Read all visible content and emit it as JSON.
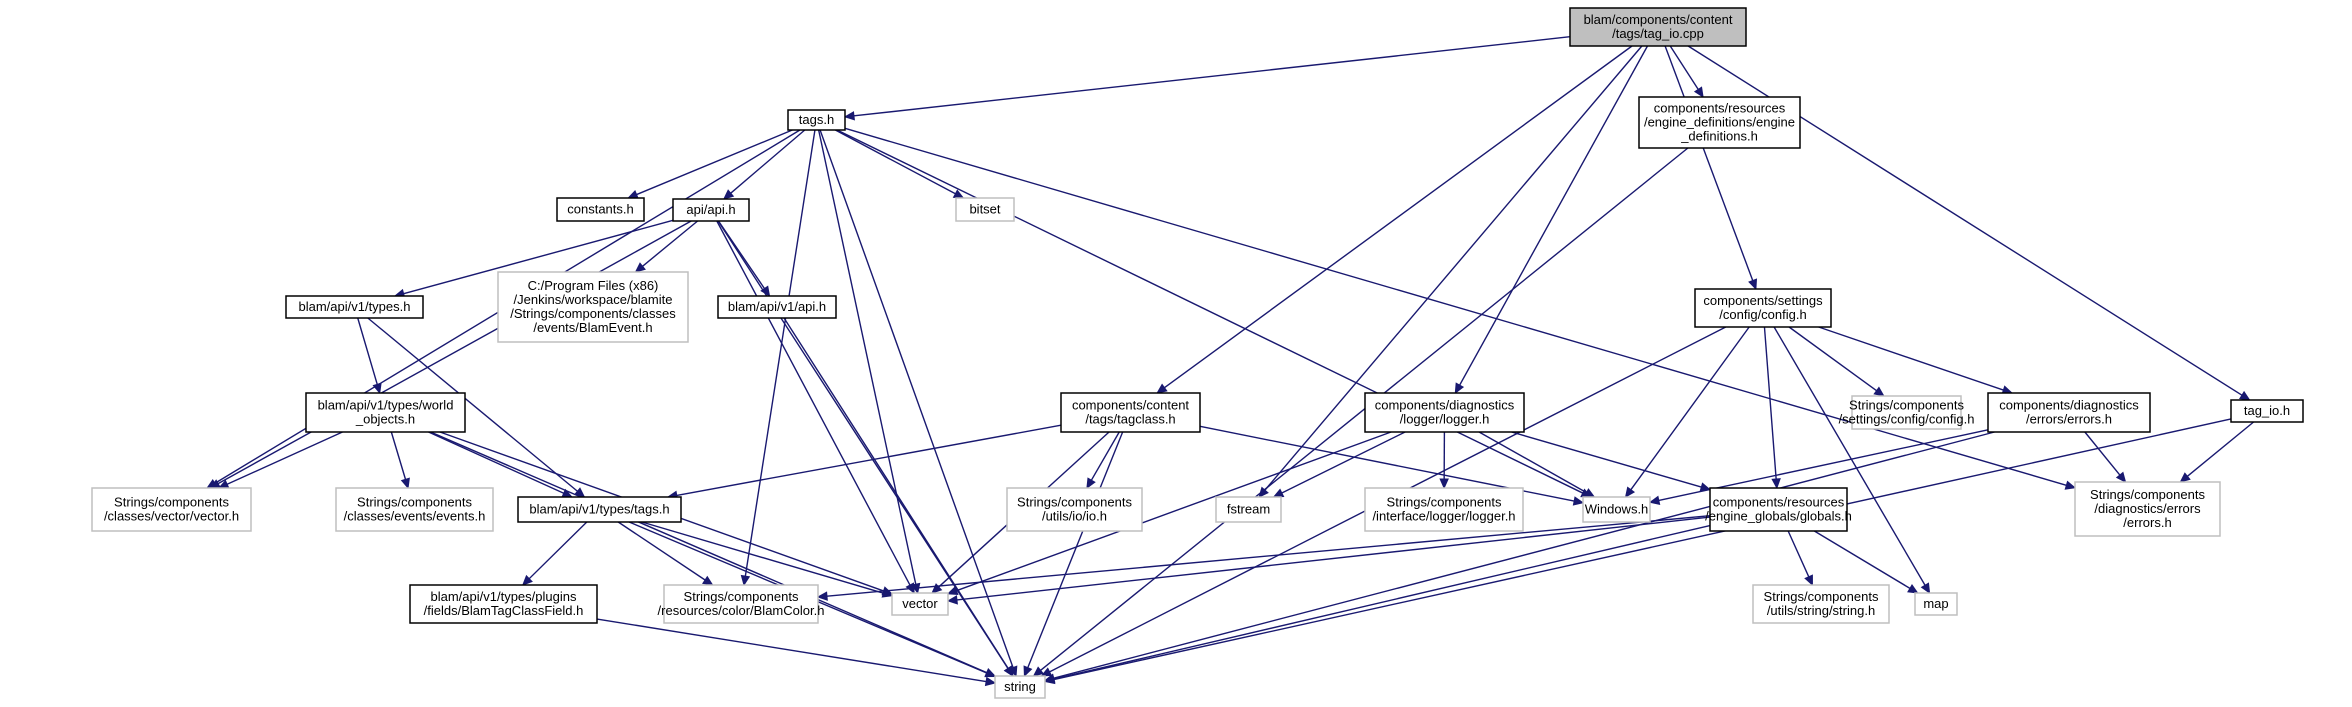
{
  "colors": {
    "edge": "#191970",
    "root_fill": "#bfbfbf",
    "root_border": "#000000",
    "documented_border": "#000000",
    "undocumented_border": "#bfbfbf",
    "node_fill": "#ffffff",
    "text": "#000000"
  },
  "nodes": [
    {
      "id": "root",
      "lines": [
        "blam/components/content",
        "/tags/tag_io.cpp"
      ],
      "style": "root"
    },
    {
      "id": "tags_h",
      "lines": [
        "tags.h"
      ],
      "style": "documented"
    },
    {
      "id": "engine_defs",
      "lines": [
        "components/resources",
        "/engine_definitions/engine",
        "_definitions.h"
      ],
      "style": "documented"
    },
    {
      "id": "constants",
      "lines": [
        "constants.h"
      ],
      "style": "documented"
    },
    {
      "id": "api_h",
      "lines": [
        "api/api.h"
      ],
      "style": "documented"
    },
    {
      "id": "bitset",
      "lines": [
        "bitset"
      ],
      "style": "external"
    },
    {
      "id": "blamevent",
      "lines": [
        "C:/Program Files (x86)",
        "/Jenkins/workspace/blamite",
        "/Strings/components/classes",
        "/events/BlamEvent.h"
      ],
      "style": "external"
    },
    {
      "id": "types_h",
      "lines": [
        "blam/api/v1/types.h"
      ],
      "style": "documented"
    },
    {
      "id": "v1_api",
      "lines": [
        "blam/api/v1/api.h"
      ],
      "style": "documented"
    },
    {
      "id": "world_objects",
      "lines": [
        "blam/api/v1/types/world",
        "_objects.h"
      ],
      "style": "documented"
    },
    {
      "id": "vector_h",
      "lines": [
        "Strings/components",
        "/classes/vector/vector.h"
      ],
      "style": "external"
    },
    {
      "id": "events_h",
      "lines": [
        "Strings/components",
        "/classes/events/events.h"
      ],
      "style": "external"
    },
    {
      "id": "types_tags",
      "lines": [
        "blam/api/v1/types/tags.h"
      ],
      "style": "documented"
    },
    {
      "id": "tagclass",
      "lines": [
        "components/content",
        "/tags/tagclass.h"
      ],
      "style": "documented"
    },
    {
      "id": "io_h",
      "lines": [
        "Strings/components",
        "/utils/io/io.h"
      ],
      "style": "external"
    },
    {
      "id": "logger",
      "lines": [
        "components/diagnostics",
        "/logger/logger.h"
      ],
      "style": "documented"
    },
    {
      "id": "fstream",
      "lines": [
        "fstream"
      ],
      "style": "external"
    },
    {
      "id": "iface_logger",
      "lines": [
        "Strings/components",
        "/interface/logger/logger.h"
      ],
      "style": "external"
    },
    {
      "id": "windows",
      "lines": [
        "Windows.h"
      ],
      "style": "external"
    },
    {
      "id": "config",
      "lines": [
        "components/settings",
        "/config/config.h"
      ],
      "style": "documented"
    },
    {
      "id": "str_config",
      "lines": [
        "Strings/components",
        "/settings/config/config.h"
      ],
      "style": "external"
    },
    {
      "id": "errors",
      "lines": [
        "components/diagnostics",
        "/errors/errors.h"
      ],
      "style": "documented"
    },
    {
      "id": "globals",
      "lines": [
        "components/resources",
        "/engine_globals/globals.h"
      ],
      "style": "documented"
    },
    {
      "id": "tag_io_h",
      "lines": [
        "tag_io.h"
      ],
      "style": "documented"
    },
    {
      "id": "diag_errors",
      "lines": [
        "Strings/components",
        "/diagnostics/errors",
        "/errors.h"
      ],
      "style": "external"
    },
    {
      "id": "plugins",
      "lines": [
        "blam/api/v1/types/plugins",
        "/fields/BlamTagClassField.h"
      ],
      "style": "documented"
    },
    {
      "id": "blamcolor",
      "lines": [
        "Strings/components",
        "/resources/color/BlamColor.h"
      ],
      "style": "external"
    },
    {
      "id": "vector",
      "lines": [
        "vector"
      ],
      "style": "external"
    },
    {
      "id": "str_string",
      "lines": [
        "Strings/components",
        "/utils/string/string.h"
      ],
      "style": "external"
    },
    {
      "id": "map",
      "lines": [
        "map"
      ],
      "style": "external"
    },
    {
      "id": "string",
      "lines": [
        "string"
      ],
      "style": "external"
    }
  ],
  "edges": [
    [
      "root",
      "tags_h"
    ],
    [
      "root",
      "engine_defs"
    ],
    [
      "root",
      "tagclass"
    ],
    [
      "root",
      "fstream"
    ],
    [
      "root",
      "logger"
    ],
    [
      "root",
      "config"
    ],
    [
      "root",
      "tag_io_h"
    ],
    [
      "tags_h",
      "constants"
    ],
    [
      "tags_h",
      "api_h"
    ],
    [
      "tags_h",
      "bitset"
    ],
    [
      "tags_h",
      "vector_h"
    ],
    [
      "tags_h",
      "blamcolor"
    ],
    [
      "tags_h",
      "vector"
    ],
    [
      "tags_h",
      "windows"
    ],
    [
      "tags_h",
      "diag_errors"
    ],
    [
      "tags_h",
      "string"
    ],
    [
      "api_h",
      "blamevent"
    ],
    [
      "api_h",
      "types_h"
    ],
    [
      "api_h",
      "v1_api"
    ],
    [
      "api_h",
      "vector_h"
    ],
    [
      "api_h",
      "vector"
    ],
    [
      "api_h",
      "string"
    ],
    [
      "types_h",
      "world_objects"
    ],
    [
      "types_h",
      "types_tags"
    ],
    [
      "v1_api",
      "string"
    ],
    [
      "world_objects",
      "vector_h"
    ],
    [
      "world_objects",
      "events_h"
    ],
    [
      "world_objects",
      "types_tags"
    ],
    [
      "world_objects",
      "vector"
    ],
    [
      "world_objects",
      "string"
    ],
    [
      "types_tags",
      "plugins"
    ],
    [
      "types_tags",
      "blamcolor"
    ],
    [
      "types_tags",
      "vector"
    ],
    [
      "types_tags",
      "string"
    ],
    [
      "plugins",
      "string"
    ],
    [
      "tagclass",
      "types_tags"
    ],
    [
      "tagclass",
      "io_h"
    ],
    [
      "tagclass",
      "windows"
    ],
    [
      "tagclass",
      "vector"
    ],
    [
      "tagclass",
      "string"
    ],
    [
      "logger",
      "fstream"
    ],
    [
      "logger",
      "iface_logger"
    ],
    [
      "logger",
      "windows"
    ],
    [
      "logger",
      "vector"
    ],
    [
      "logger",
      "globals"
    ],
    [
      "config",
      "windows"
    ],
    [
      "config",
      "str_config"
    ],
    [
      "config",
      "errors"
    ],
    [
      "config",
      "globals"
    ],
    [
      "config",
      "map"
    ],
    [
      "config",
      "string"
    ],
    [
      "errors",
      "windows"
    ],
    [
      "errors",
      "diag_errors"
    ],
    [
      "errors",
      "string"
    ],
    [
      "globals",
      "blamcolor"
    ],
    [
      "globals",
      "vector"
    ],
    [
      "globals",
      "str_string"
    ],
    [
      "globals",
      "map"
    ],
    [
      "globals",
      "string"
    ],
    [
      "tag_io_h",
      "diag_errors"
    ],
    [
      "tag_io_h",
      "string"
    ],
    [
      "engine_defs",
      "string"
    ]
  ]
}
